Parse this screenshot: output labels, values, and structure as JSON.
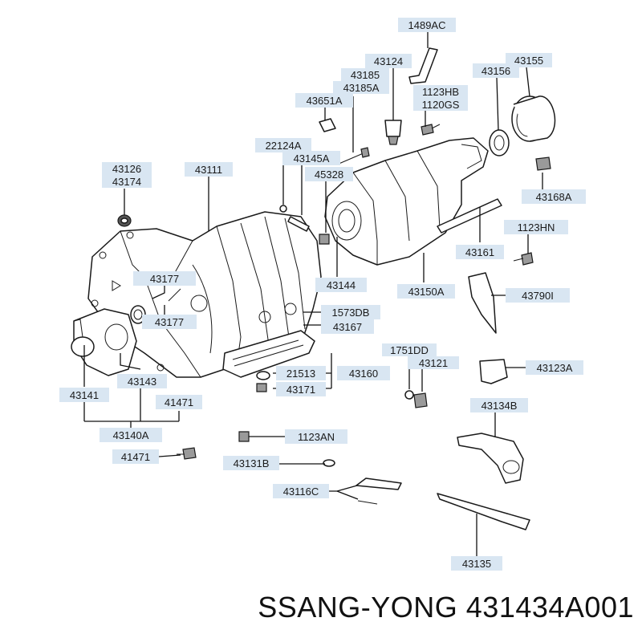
{
  "diagram": {
    "caption": "SSANG-YONG 431434A001",
    "labels": {
      "p1489AC": "1489AC",
      "p43124": "43124",
      "p43155": "43155",
      "p43185": "43185",
      "p43185A": "43185A",
      "p43156": "43156",
      "p1123HB": "1123HB",
      "p1120GS": "1120GS",
      "p43651A": "43651A",
      "p22124A": "22124A",
      "p43145A": "43145A",
      "p45328": "45328",
      "p43126": "43126",
      "p43174": "43174",
      "p43111": "43111",
      "p43168A": "43168A",
      "p1123HN": "1123HN",
      "p43161": "43161",
      "p43177a": "43177",
      "p43177b": "43177",
      "p43144": "43144",
      "p43150A": "43150A",
      "p43790I": "43790I",
      "p1573DB": "1573DB",
      "p43167": "43167",
      "p1751DD": "1751DD",
      "p43121": "43121",
      "p21513": "21513",
      "p43160": "43160",
      "p43171": "43171",
      "p43123A": "43123A",
      "p43143": "43143",
      "p43141": "43141",
      "p41471a": "41471",
      "p43134B": "43134B",
      "p43140A": "43140A",
      "p1123AN": "1123AN",
      "p41471b": "41471",
      "p43131B": "43131B",
      "p43116C": "43116C",
      "p43135": "43135"
    }
  }
}
